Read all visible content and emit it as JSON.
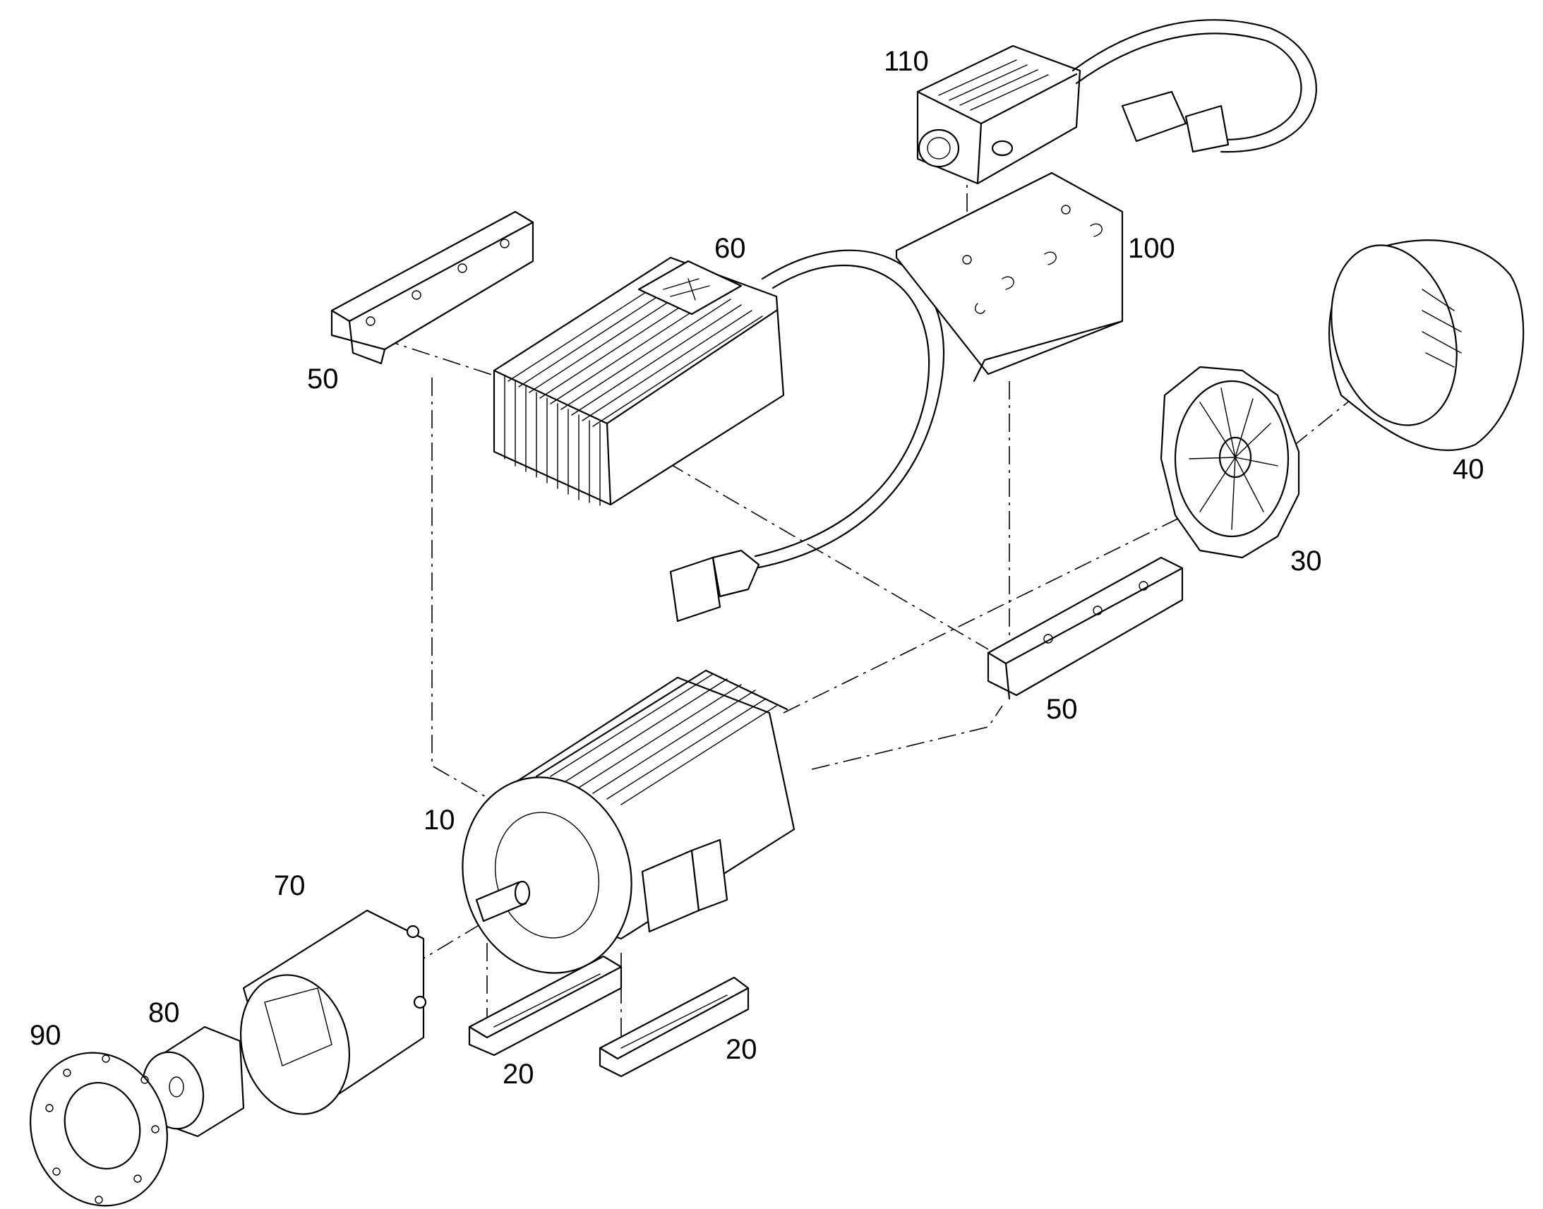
{
  "diagram": {
    "part_labels": [
      {
        "id": "p10",
        "text": "10"
      },
      {
        "id": "p20a",
        "text": "20"
      },
      {
        "id": "p20b",
        "text": "20"
      },
      {
        "id": "p30",
        "text": "30"
      },
      {
        "id": "p40",
        "text": "40"
      },
      {
        "id": "p50a",
        "text": "50"
      },
      {
        "id": "p50b",
        "text": "50"
      },
      {
        "id": "p60",
        "text": "60"
      },
      {
        "id": "p70",
        "text": "70"
      },
      {
        "id": "p80",
        "text": "80"
      },
      {
        "id": "p90",
        "text": "90"
      },
      {
        "id": "p100",
        "text": "100"
      },
      {
        "id": "p110",
        "text": "110"
      }
    ]
  }
}
